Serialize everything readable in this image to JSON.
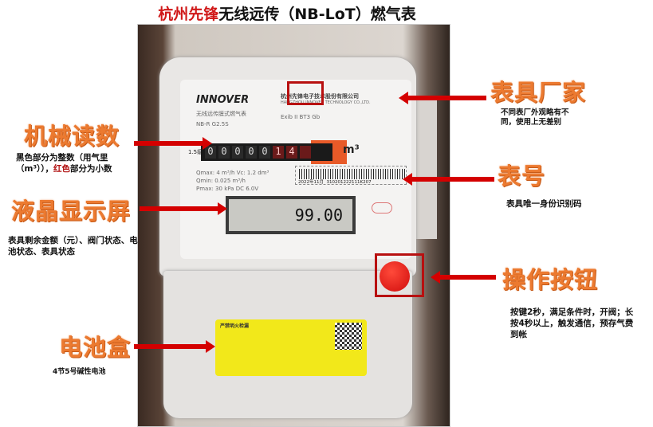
{
  "title": {
    "red_part": "杭州先锋",
    "black_part": "无线远传（NB-LoT）燃气表"
  },
  "labels": {
    "mechanical": "机械读数",
    "lcd": "液晶显示屏",
    "battery": "电池盒",
    "manufacturer": "表具厂家",
    "meter_no": "表号",
    "button": "操作按钮"
  },
  "descriptions": {
    "mechanical_a": "黑色部分为整数（用气里（m³）），",
    "mechanical_red": "红色",
    "mechanical_b": "部分为小数",
    "lcd": "表具剩余金额（元）、阀门状态、电池状态、表具状态",
    "battery": "4节5号碱性电池",
    "manufacturer": "不同表厂外观略有不同，使用上无差别",
    "meter_no": "表具唯一身份识别码",
    "button": "按键2秒，满足条件时，开阀；长按4秒以上，触发通信，预存气费到帐"
  },
  "meter": {
    "brand": "INNOVER",
    "product": "无线远传膜式燃气表",
    "model": "NB-R  G2.5S",
    "company": "杭州先锋电子技术股份有限公司",
    "company_en": "HANGZHOU INNOVER TECHNOLOGY CO.,LTD.",
    "cert": "Exib II BT3 Gb",
    "grade": "1.5级",
    "digits": [
      "0",
      "0",
      "0",
      "0",
      "0"
    ],
    "decimals": [
      "1",
      "4",
      ""
    ],
    "unit": "m³",
    "serial_date": "2022年11月",
    "serial": "310201222111K207",
    "lcd_value": "99.00",
    "specs": [
      "Qmax: 4 m³/h",
      "Qmin: 0.025 m³/h",
      "Pmax: 30 kPa",
      "Vc: 1.2 dm³",
      "DC 6.0V"
    ],
    "sticker_title": "严禁明火检漏"
  }
}
